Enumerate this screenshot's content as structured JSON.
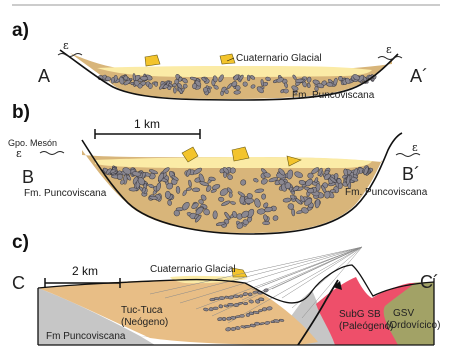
{
  "panels": {
    "a": {
      "letter": "a)",
      "left_label": "A",
      "right_label": "A´",
      "epsilon_left": "ε",
      "epsilon_right": "ε",
      "unit_glacial": "Cuaternario Glacial",
      "unit_basement": "Fm. Puncoviscana"
    },
    "b": {
      "letter": "b)",
      "left_label": "B",
      "right_label": "B´",
      "group_label": "Gpo. Mesón",
      "epsilon_left": "ε",
      "epsilon_right": "ε",
      "scale_label": "1 km",
      "unit_basement_left": "Fm. Puncoviscana",
      "unit_basement_right": "Fm. Puncoviscana"
    },
    "c": {
      "letter": "c)",
      "left_label": "C",
      "right_label": "C´",
      "scale_label": "2 km",
      "unit_glacial": "Cuaternario Glacial",
      "unit_tuc_1": "Tuc-Tuca",
      "unit_tuc_2": "(Neógeno)",
      "unit_subg_1": "SubG SB",
      "unit_subg_2": "(Paleógeno)",
      "unit_gsv_1": "GSV",
      "unit_gsv_2": "(Ordovícico)",
      "unit_basement": "Fm Puncoviscana"
    }
  },
  "colors": {
    "glacial": "#FBEBA6",
    "glacial_block": "#F3C42C",
    "fill_tan": "#D8B57A",
    "clast": "#8A8790",
    "basement_gray": "#C6C6C6",
    "neogene": "#E8BE86",
    "paleogene": "#EE4F6A",
    "ordovician": "#A2A266"
  }
}
